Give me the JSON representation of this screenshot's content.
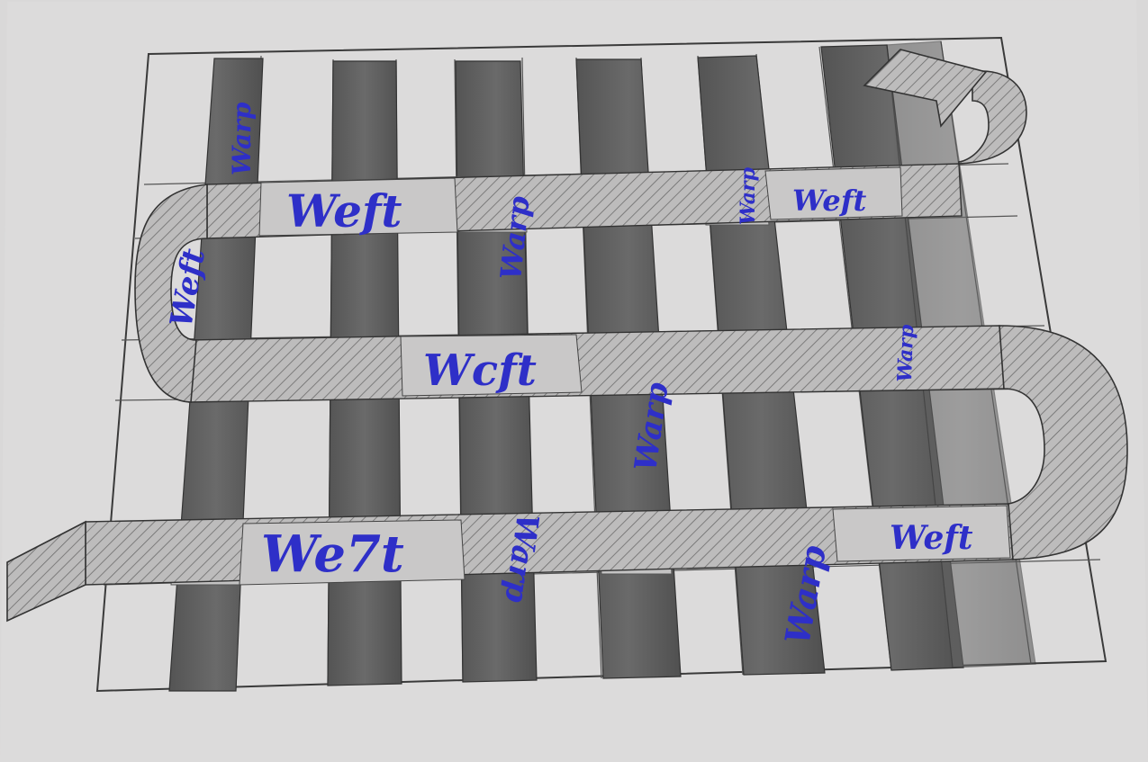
{
  "diagram": {
    "type": "plain weave drawing (warp and weft)",
    "colors": {
      "paper": "#dcdbdb",
      "warp": "#5d5d5d",
      "weft": "#bdbcbc",
      "hatch": "#6c6c6c",
      "pencil": "#3a3a3a",
      "ink": "#2e2fc8"
    },
    "weft_labels": [
      "Weft",
      "Weft",
      "Weft",
      "Wcft",
      "We7t",
      "Weft"
    ],
    "warp_labels": [
      "Warp",
      "Warp",
      "Warp",
      "Warp",
      "Warp",
      "Warp",
      "Warp"
    ]
  }
}
